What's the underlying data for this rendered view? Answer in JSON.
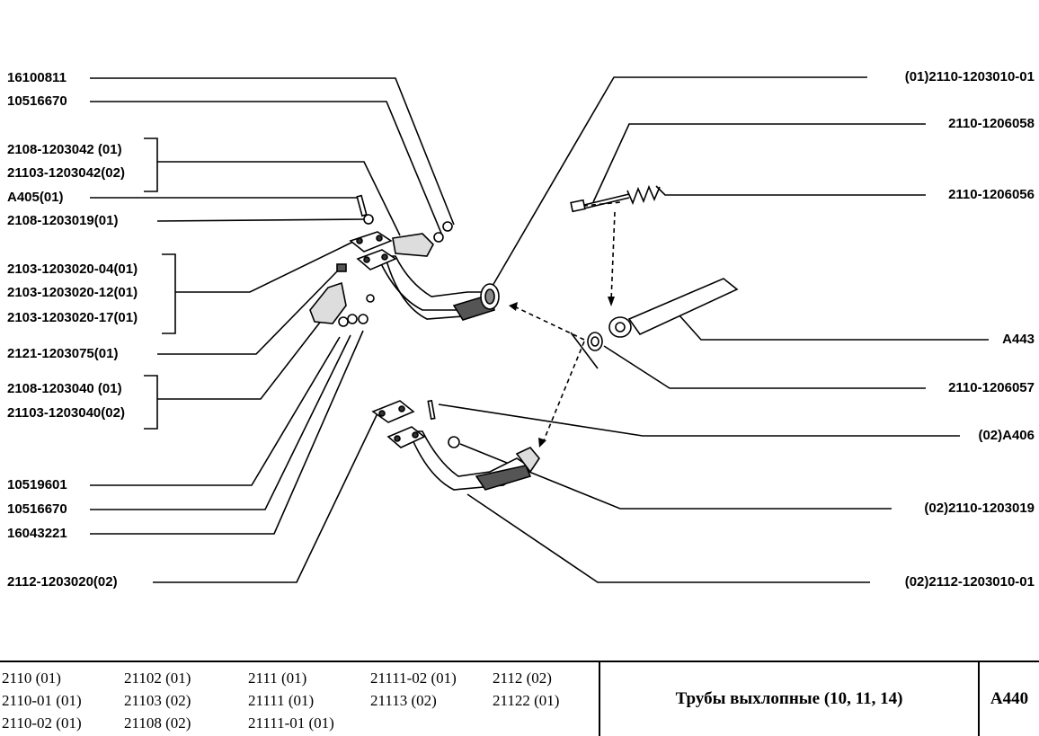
{
  "labels_left": [
    {
      "id": "l1",
      "text": "16100811"
    },
    {
      "id": "l2",
      "text": "10516670"
    },
    {
      "id": "l3",
      "text": "2108-1203042  (01)"
    },
    {
      "id": "l4",
      "text": "21103-1203042(02)"
    },
    {
      "id": "l5",
      "text": "A405(01)"
    },
    {
      "id": "l6",
      "text": "2108-1203019(01)"
    },
    {
      "id": "l7",
      "text": "2103-1203020-04(01)"
    },
    {
      "id": "l8",
      "text": "2103-1203020-12(01)"
    },
    {
      "id": "l9",
      "text": "2103-1203020-17(01)"
    },
    {
      "id": "l10",
      "text": "2121-1203075(01)"
    },
    {
      "id": "l11",
      "text": "2108-1203040  (01)"
    },
    {
      "id": "l12",
      "text": "21103-1203040(02)"
    },
    {
      "id": "l13",
      "text": "10519601"
    },
    {
      "id": "l14",
      "text": "10516670"
    },
    {
      "id": "l15",
      "text": "16043221"
    },
    {
      "id": "l16",
      "text": "2112-1203020(02)"
    }
  ],
  "labels_right": [
    {
      "id": "r1",
      "text": "(01)2110-1203010-01"
    },
    {
      "id": "r2",
      "text": "2110-1206058"
    },
    {
      "id": "r3",
      "text": "2110-1206056"
    },
    {
      "id": "r4",
      "text": "A443"
    },
    {
      "id": "r5",
      "text": "2110-1206057"
    },
    {
      "id": "r6",
      "text": "(02)A406"
    },
    {
      "id": "r7",
      "text": "(02)2110-1203019"
    },
    {
      "id": "r8",
      "text": "(02)2112-1203010-01"
    }
  ],
  "models": [
    "2110 (01)",
    "21102 (01)",
    "2111 (01)",
    "21111-02 (01)",
    "2112 (02)",
    "2110-01 (01)",
    "21103 (02)",
    "21111 (01)",
    "21113 (02)",
    "21122 (01)",
    "2110-02 (01)",
    "21108 (02)",
    "21111-01 (01)"
  ],
  "title": "Трубы выхлопные (10, 11, 14)",
  "code": "A440"
}
